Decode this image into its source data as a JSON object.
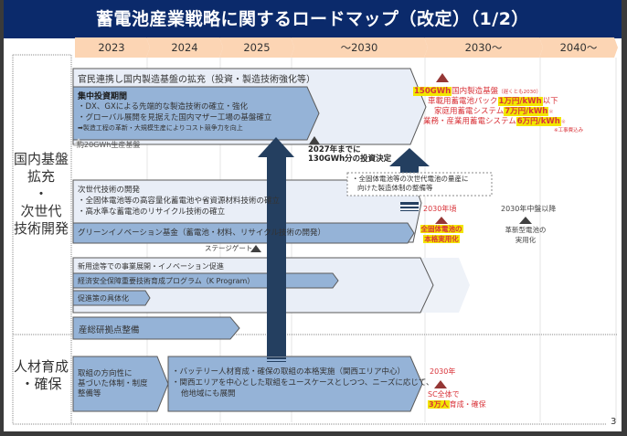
{
  "title": "蓄電池産業戦略に関するロードマップ（改定）（1/2）",
  "page_number": "3",
  "timeline": [
    "2023",
    "2024",
    "2025",
    "～2030",
    "2030～",
    "2040～"
  ],
  "colors": {
    "title_bg": "#0b2a6b",
    "timeline_bg": "#fcd5b4",
    "box_light": "#e9eef7",
    "box_mid": "#95b3d7",
    "arrow_dark": "#243f60",
    "accent_red": "#d9343a",
    "marker_red": "#953735",
    "highlight": "#f2e600"
  },
  "rows": {
    "domestic": "国内基盤\n拡充\n・\n次世代\n技術開発",
    "talent": "人材育成\n・確保"
  },
  "bars": {
    "public_private": "官民連携し国内製造基盤の拡充（投資・製造技術強化等）",
    "focus_title": "集中投資期間",
    "focus_line1": "・DX、GXによる先端的な製造技術の確立・強化",
    "focus_line2": "・グローバル展開を見据えた国内マザー工場の基盤確立",
    "focus_line3": "➡製造工程の革新・大規模生産によりコスト競争力を向上",
    "nextgen_title": "次世代技術の開発",
    "nextgen_line1": "・全固体電池等の高容量化蓄電池や省資源材料技術の確立",
    "nextgen_line2": "・高水準な蓄電池のリサイクル技術の確立",
    "green_fund": "グリーンイノベーション基金（蓄電池・材料、リサイクル技術の開発）",
    "new_use": "新用途等での事業展開・イノベーション促進",
    "k_program": "経済安全保障重要技術育成プログラム（K Program）",
    "promotion": "促進策の具体化",
    "aist": "産総研拠点整備",
    "talent_policy_1": "取組の方向性に",
    "talent_policy_2": "基づいた体制・制度",
    "talent_policy_3": "整備等",
    "talent_main_1": "・バッテリー人材育成・確保の取組の本格実施（関西エリア中心）",
    "talent_main_2": "・関西エリアを中心とした取組をユースケースとしつつ、ニーズに応じて、",
    "talent_main_3": "他地域にも展開"
  },
  "markers": {
    "base_20gwh": "約20GWh生産基盤",
    "invest_2027_1": "2027年までに",
    "invest_2027_2": "130GWh分の投資決定",
    "target_150": "150GWh",
    "target_150_rest": "国内製造基盤",
    "target_150_note": "（遅くとも2030）",
    "ev_pack_pre": "車載用蓄電池パック",
    "ev_pack_val": "1万円/kWh",
    "ev_pack_post": "以下",
    "home_pre": "家庭用蓄電システム",
    "home_val": "7万円/kWh",
    "home_post": "※",
    "biz_pre": "業務・産業用蓄電システム",
    "biz_val": "6万円/kWh",
    "biz_post": "※",
    "construction_note": "※工事費込み",
    "stage_gate": "ステージゲート",
    "solid_state_box_1": "・全固体電池等の次世代電池の量産に",
    "solid_state_box_2": "向けた製造体制の整備等",
    "y2030_approx": "2030年頃",
    "solid_state_1": "全固体電池の",
    "solid_state_2": "本格実用化",
    "y2030_mid": "2030年中盤以降",
    "innovative_1": "革新型電池の",
    "innovative_2": "実用化",
    "y2030": "2030年",
    "sc_total": "SC全体で",
    "sc_val": "3万人",
    "sc_post": "育成・確保"
  }
}
